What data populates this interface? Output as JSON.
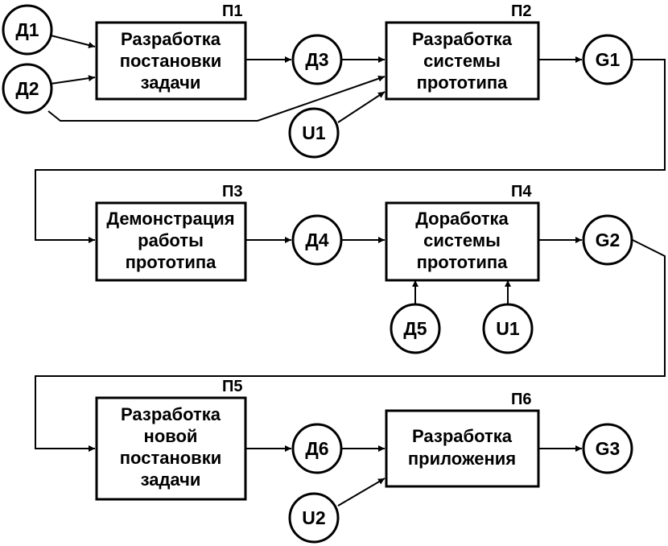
{
  "processes": {
    "p1": {
      "id": "П1",
      "lines": [
        "Разработка",
        "постановки",
        "задачи"
      ]
    },
    "p2": {
      "id": "П2",
      "lines": [
        "Разработка",
        "системы",
        "прототипа"
      ]
    },
    "p3": {
      "id": "П3",
      "lines": [
        "Демонстрация",
        "работы",
        "прототипа"
      ]
    },
    "p4": {
      "id": "П4",
      "lines": [
        "Доработка",
        "системы",
        "прототипа"
      ]
    },
    "p5": {
      "id": "П5",
      "lines": [
        "Разработка",
        "новой",
        "постановки",
        "задачи"
      ]
    },
    "p6": {
      "id": "П6",
      "lines": [
        "Разработка",
        "приложения"
      ]
    }
  },
  "nodes": {
    "d1": "Д1",
    "d2": "Д2",
    "d3": "Д3",
    "d4": "Д4",
    "d5": "Д5",
    "d6": "Д6",
    "u1_top": "U1",
    "u1_mid": "U1",
    "u2": "U2",
    "g1": "G1",
    "g2": "G2",
    "g3": "G3"
  }
}
